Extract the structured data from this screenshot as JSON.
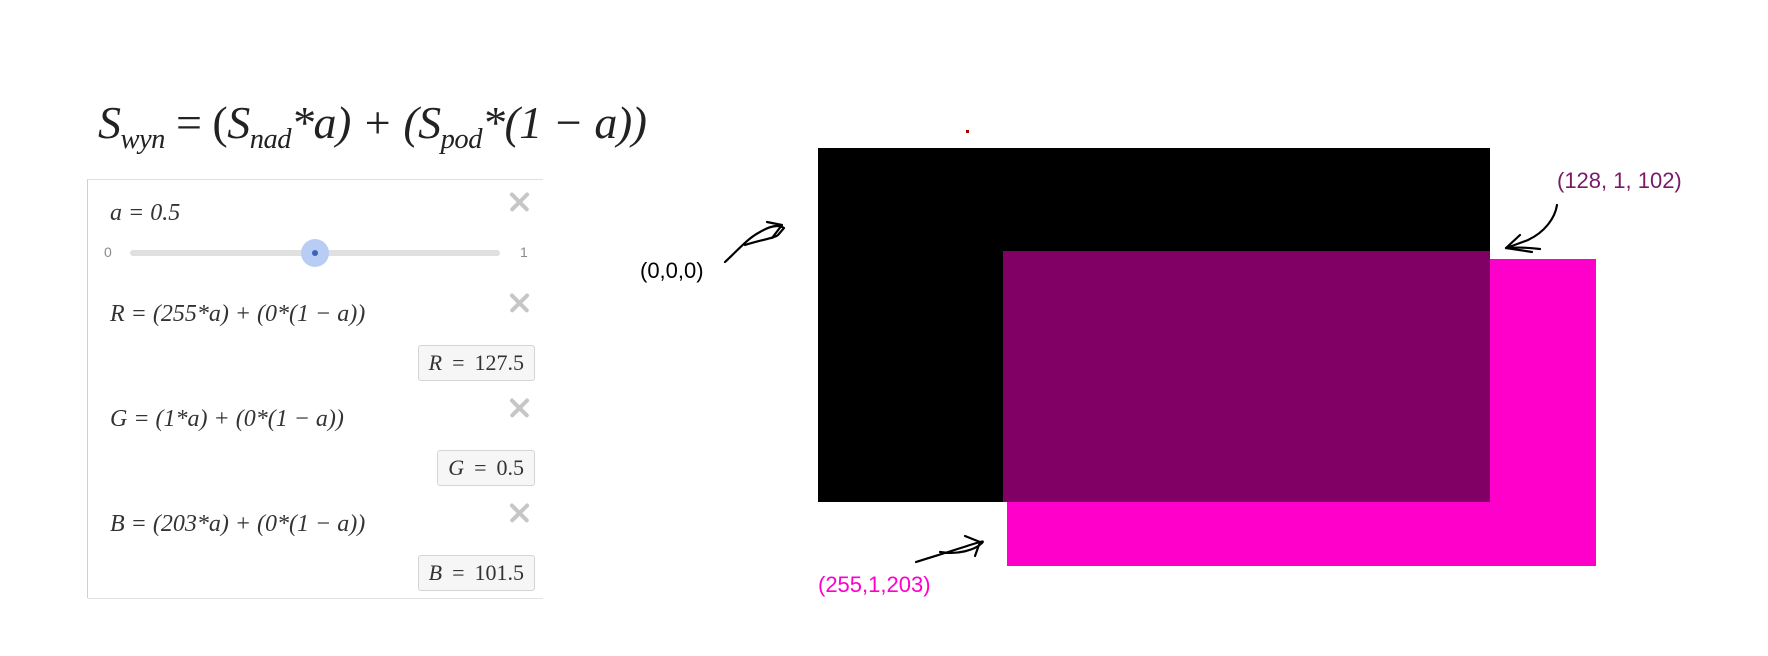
{
  "formula": {
    "result_sym": "S",
    "result_sub": "wyn",
    "equals": " = (",
    "top_sym": "S",
    "top_sub": "nad",
    "top_tail": "*a) + (",
    "bottom_sym": "S",
    "bottom_sub": "pod",
    "bottom_tail": "*(1 − a))"
  },
  "algebra": {
    "slider": {
      "expr": "a = 0.5",
      "min": "0",
      "max": "1",
      "value": 0.5
    },
    "rows": [
      {
        "expr": "R = (255*a) + (0*(1 − a))",
        "result_var": "R",
        "result_eq": "=",
        "result_val": "127.5"
      },
      {
        "expr": "G = (1*a) + (0*(1 − a))",
        "result_var": "G",
        "result_eq": "=",
        "result_val": "0.5"
      },
      {
        "expr": "B = (203*a) + (0*(1 − a))",
        "result_var": "B",
        "result_eq": "=",
        "result_val": "101.5"
      }
    ]
  },
  "diagram": {
    "label_black": "(0,0,0)",
    "label_mix": "(128, 1, 102)",
    "label_magenta": "(255,1,203)",
    "colors": {
      "black": "#000000",
      "magenta": "#ff00cb",
      "blend": "#800066",
      "mix_label": "#7a1a66"
    }
  },
  "icons": [
    "close-icon",
    "arrow-icon"
  ]
}
